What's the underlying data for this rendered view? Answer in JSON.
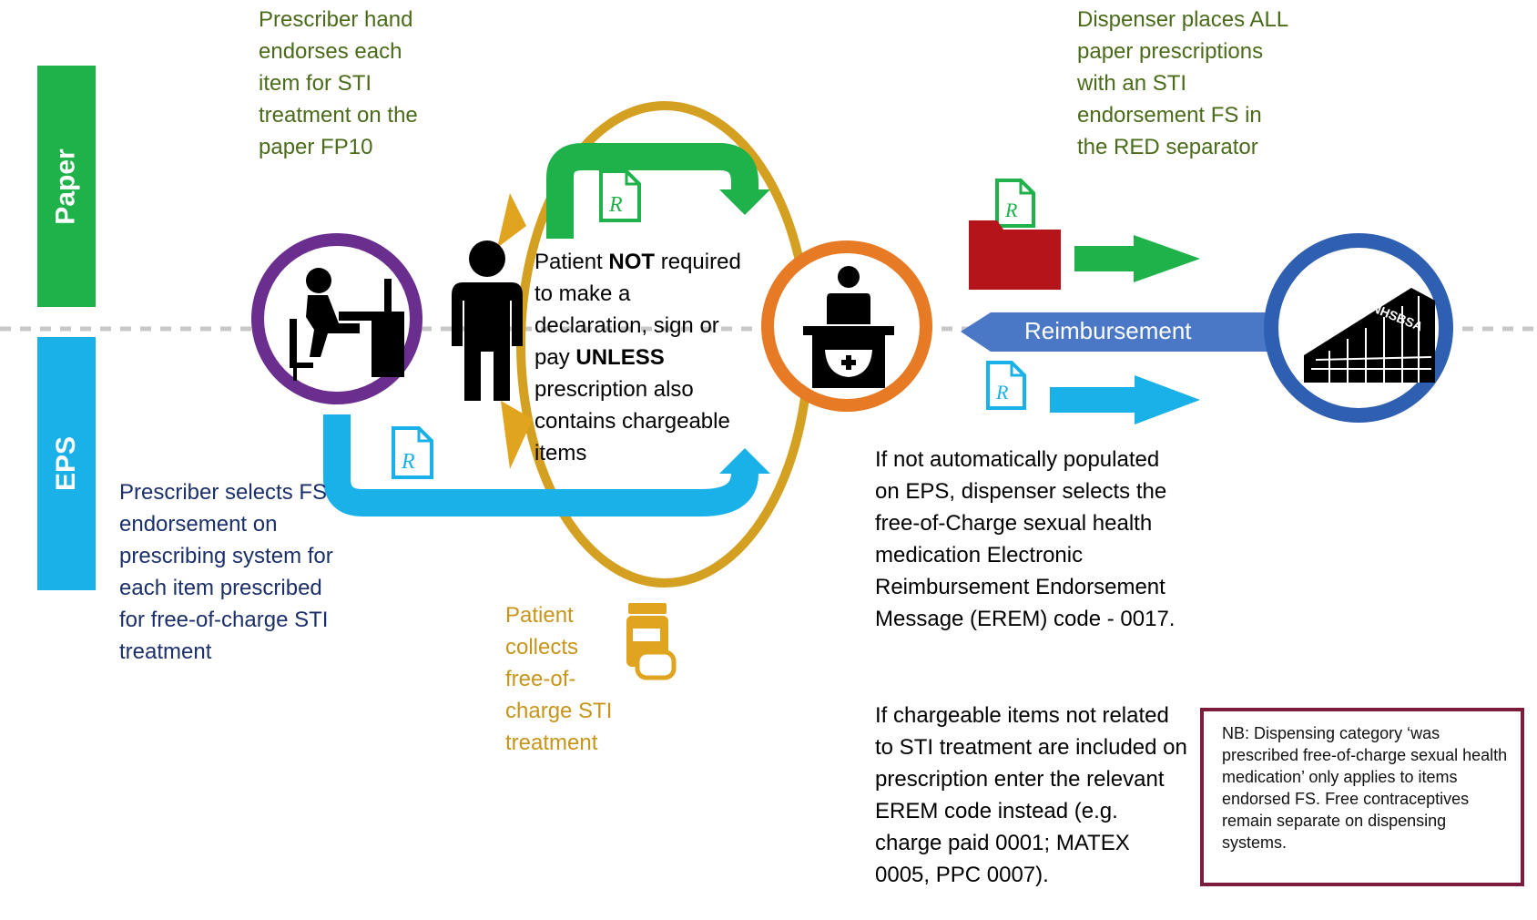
{
  "tabs": {
    "paper": "Paper",
    "eps": "EPS"
  },
  "texts": {
    "prescriber_paper": "Prescriber hand endorses each item for STI treatment on the paper FP10",
    "prescriber_eps": "Prescriber selects FS endorsement on prescribing system for each item prescribed for free-of-charge STI treatment",
    "patient_decl": {
      "p1": "Patient ",
      "b1": "NOT",
      "p2": " required to make a declaration, sign or pay ",
      "b2": "UNLESS",
      "p3": " prescription also contains chargeable items"
    },
    "patient_collects": "Patient collects free-of-charge STI treatment",
    "dispenser_paper": "Dispenser places ALL paper prescriptions with an STI endorsement FS in the RED separator",
    "dispenser_eps": "If not automatically populated on EPS, dispenser selects the free-of-Charge sexual health medication Electronic Reimbursement Endorsement Message (EREM) code - 0017.",
    "chargeable": "If chargeable items not related to STI treatment are included on prescription enter the relevant EREM code instead (e.g. charge paid 0001; MATEX 0005, PPC 0007).",
    "reimbursement": "Reimbursement",
    "nhsbsa": "NHSBSA",
    "rx": "R"
  },
  "note": "NB: Dispensing category ‘was prescribed free-of-charge sexual health medication’ only applies to items endorsed FS. Free contraceptives remain separate on dispensing systems.",
  "colors": {
    "green": "#1fb24a",
    "blue": "#1ab0e8",
    "gold": "#e0a41e",
    "olive": "#4a6b1a",
    "navy": "#1b2f6b",
    "purple": "#6a2e8e",
    "orange": "#e77b25",
    "nhs_blue": "#2f5fb0",
    "reimb": "#4a78c6",
    "maroon": "#7b1c3a",
    "red_folder": "#b5141a"
  }
}
